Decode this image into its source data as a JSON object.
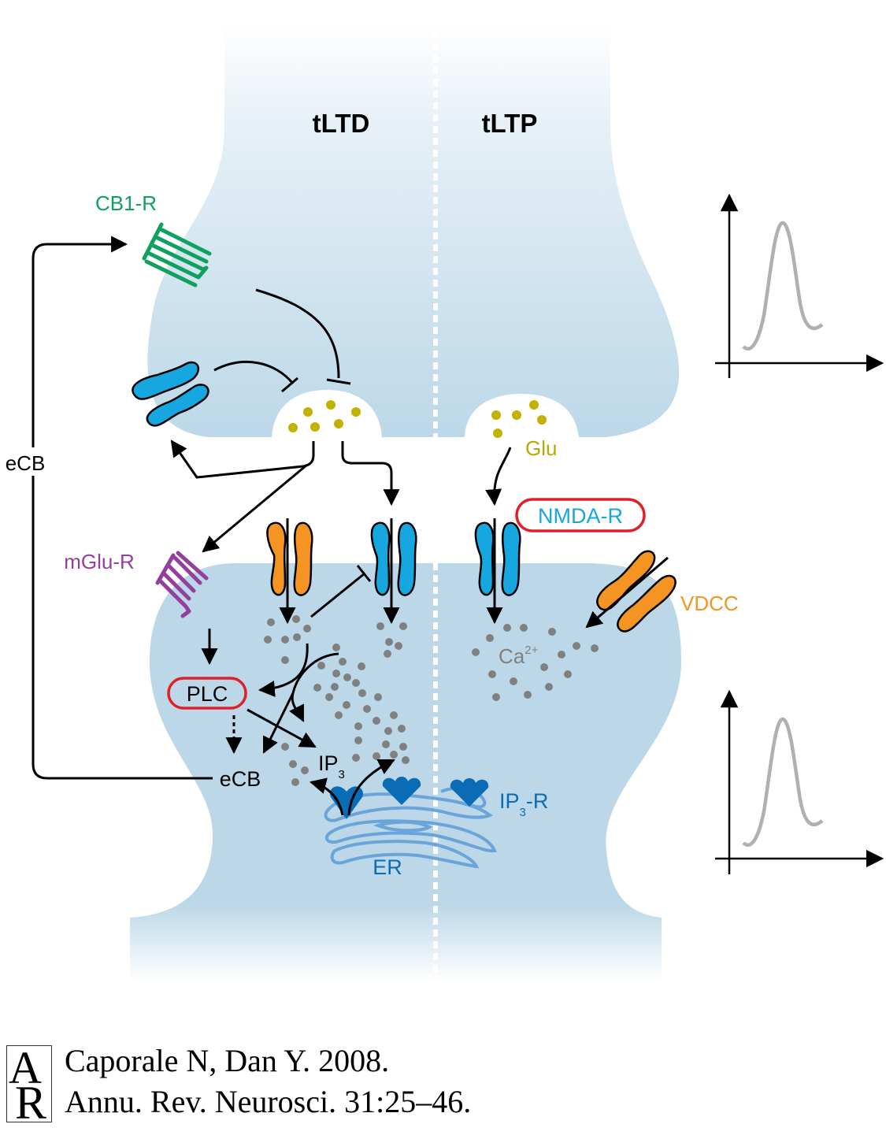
{
  "headers": {
    "left": "tLTD",
    "right": "tLTP"
  },
  "labels": {
    "cb1r": "CB1-R",
    "ecb_side": "eCB",
    "glu": "Glu",
    "nmdar": "NMDA-R",
    "mglur": "mGlu-R",
    "vdcc": "VDCC",
    "ca": "Ca",
    "ca_sup": "2+",
    "plc": "PLC",
    "ecb": "eCB",
    "ip3": "IP",
    "ip3_sub": "3",
    "ip3r": "IP",
    "ip3r_sub": "3",
    "ip3r_suffix": "-R",
    "er": "ER"
  },
  "colors": {
    "membrane_fill": "#bcd8e8",
    "vesicle": "#c2b200",
    "glu_text": "#b8a800",
    "receptor_blue": "#16a6e0",
    "vdcc_orange": "#f39423",
    "cb1_green": "#10a060",
    "mglu_purple": "#93409c",
    "highlight_red": "#e02026",
    "ca_grey": "#808080",
    "ip3r_blue": "#0a6cb4",
    "er_blue": "#6aa4d8",
    "trace_grey": "#b0b0b0"
  },
  "plots": [
    {
      "name": "presynaptic-trace",
      "shape": "single transient peak"
    },
    {
      "name": "postsynaptic-trace",
      "shape": "single transient peak"
    }
  ],
  "citation": {
    "logo": "AR",
    "line1": "Caporale N, Dan Y. 2008.",
    "line2": "Annu. Rev. Neurosci. 31:25–46."
  }
}
